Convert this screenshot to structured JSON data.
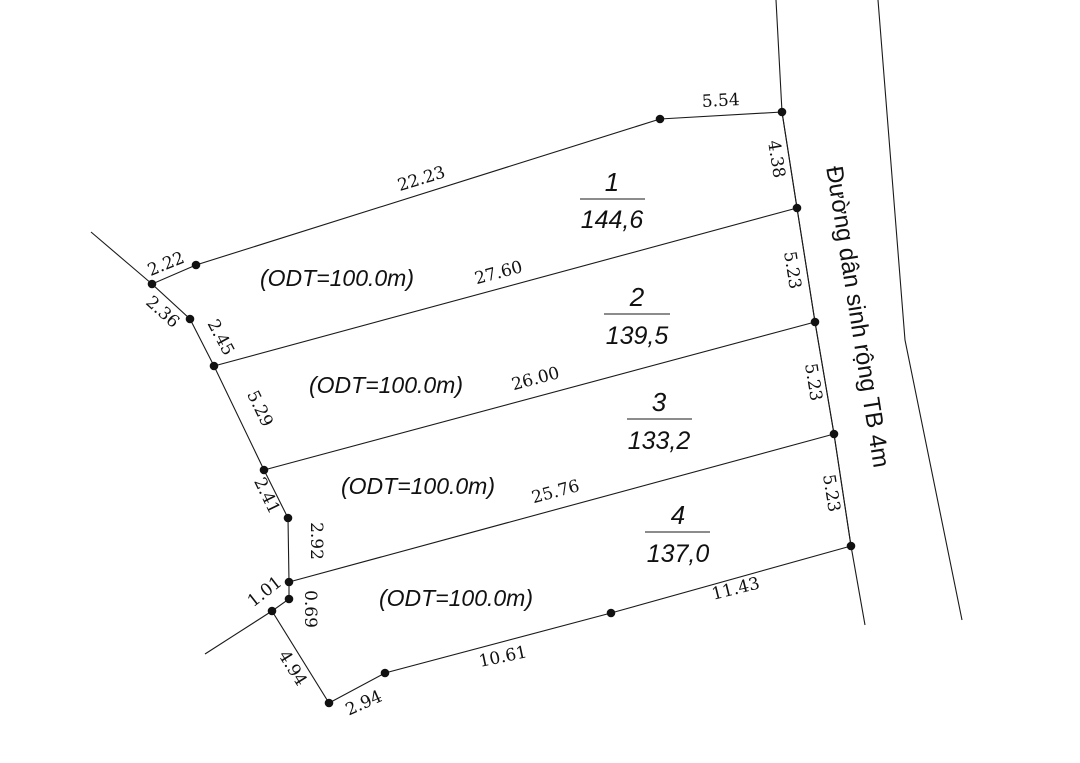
{
  "road_label": "Đường dân sinh rộng TB 4m",
  "lots": [
    {
      "number": "1",
      "area": "144,6",
      "odt": "(ODT=100.0m)"
    },
    {
      "number": "2",
      "area": "139,5",
      "odt": "(ODT=100.0m)"
    },
    {
      "number": "3",
      "area": "133,2",
      "odt": "(ODT=100.0m)"
    },
    {
      "number": "4",
      "area": "137,0",
      "odt": "(ODT=100.0m)"
    }
  ],
  "dimensions": {
    "top_right": "5.54",
    "top_long": "22.23",
    "left_top": "2.22",
    "left_2_36": "2.36",
    "left_2_45": "2.45",
    "left_5_29": "5.29",
    "left_2_41": "2.41",
    "left_2_92": "2.92",
    "left_1_01": "1.01",
    "left_0_69": "0.69",
    "left_4_94": "4.94",
    "bottom_2_94": "2.94",
    "bottom_10_61": "10.61",
    "bottom_11_43": "11.43",
    "div_1_2": "27.60",
    "div_2_3": "26.00",
    "div_3_4": "25.76",
    "right_4_38": "4.38",
    "right_5_23_a": "5.23",
    "right_5_23_b": "5.23",
    "right_5_23_c": "5.23"
  }
}
